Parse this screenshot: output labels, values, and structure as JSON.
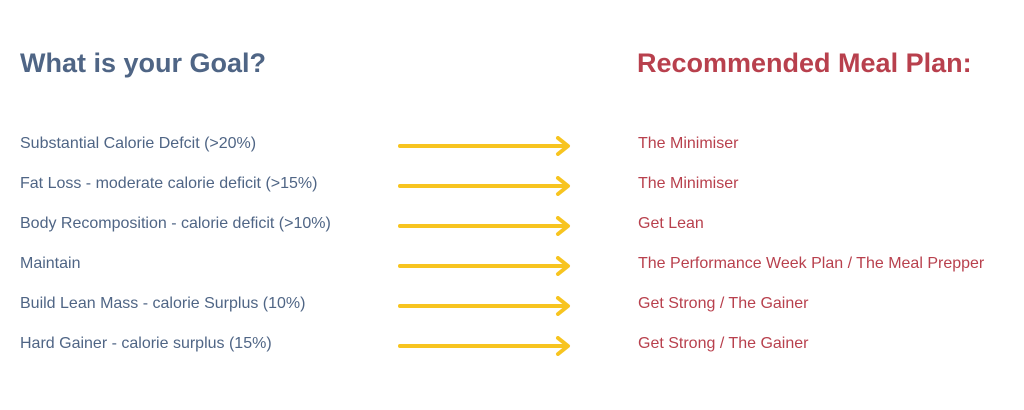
{
  "header": {
    "goal_title": "What is your Goal?",
    "plan_title": "Recommended Meal Plan:"
  },
  "colors": {
    "goal_text": "#4f6585",
    "plan_text": "#b8404d",
    "arrow": "#f7c41f"
  },
  "rows": [
    {
      "goal": "Substantial Calorie Defcit (>20%)",
      "plan": "The Minimiser"
    },
    {
      "goal": "Fat Loss - moderate calorie deficit (>15%)",
      "plan": "The Minimiser"
    },
    {
      "goal": "Body Recomposition - calorie deficit (>10%)",
      "plan": "Get Lean"
    },
    {
      "goal": "Maintain",
      "plan": "The Performance Week Plan / The Meal Prepper"
    },
    {
      "goal": "Build Lean Mass - calorie Surplus (10%)",
      "plan": "Get Strong / The Gainer"
    },
    {
      "goal": "Hard Gainer - calorie surplus (15%)",
      "plan": "Get Strong / The Gainer"
    }
  ]
}
